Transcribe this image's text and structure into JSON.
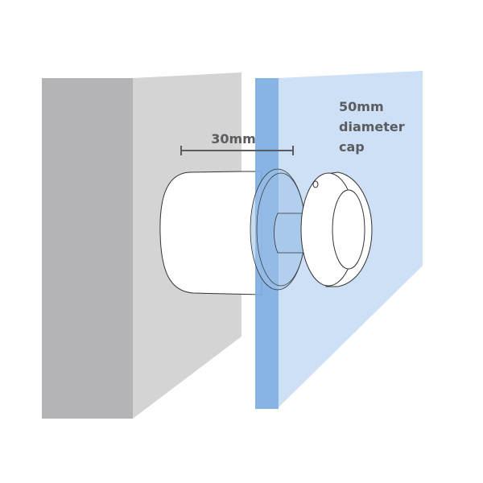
{
  "labels": {
    "standoff_length": "30mm",
    "cap_line1": "50mm",
    "cap_line2": "diameter",
    "cap_line3": "cap"
  },
  "colors": {
    "wall_front": "#b4b4b7",
    "wall_side": "#d4d4d4",
    "glass_edge": "#7daee0",
    "glass_face": "#cde0f5",
    "text": "#5b5b60",
    "outline": "#333333"
  }
}
